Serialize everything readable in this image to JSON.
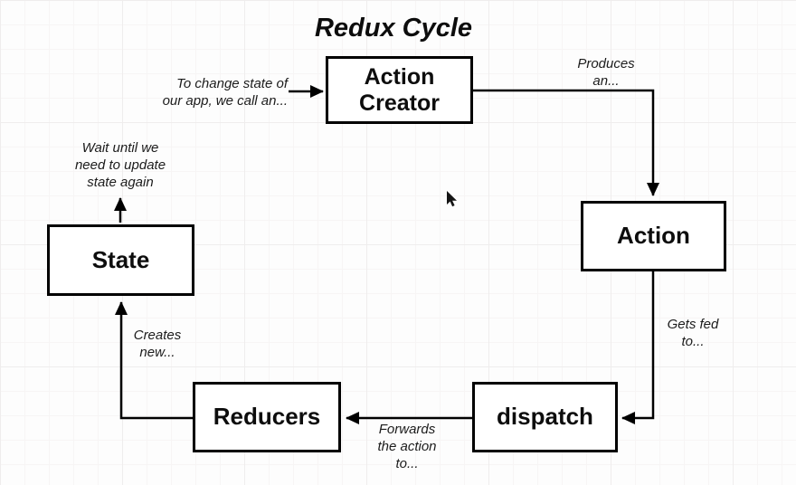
{
  "title": "Redux Cycle",
  "nodes": {
    "action_creator": "Action\nCreator",
    "action": "Action",
    "dispatch": "dispatch",
    "reducers": "Reducers",
    "state": "State"
  },
  "annotations": {
    "to_change": "To change state of\nour app, we call an...",
    "produces": "Produces\nan...",
    "gets_fed": "Gets fed\nto...",
    "forwards": "Forwards\nthe action\nto...",
    "creates": "Creates\nnew...",
    "wait": "Wait until we\nneed to update\nstate again"
  },
  "colors": {
    "line": "#000000",
    "box_fill": "#ffffff",
    "text": "#111111",
    "background": "#fdfdfd"
  }
}
